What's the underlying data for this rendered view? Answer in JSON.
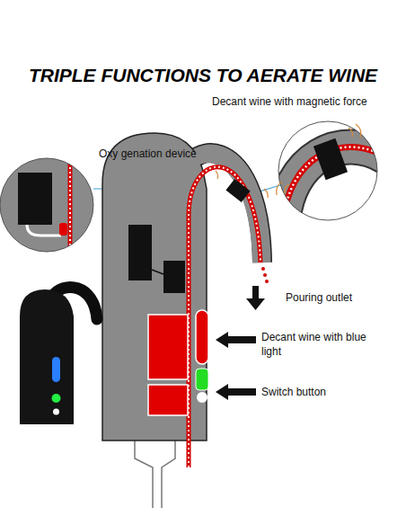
{
  "diagram": {
    "title": "TRIPLE FUNCTIONS TO AERATE WINE",
    "labels": [
      "Decant wine with magnetic force",
      "Oxy genation device",
      "Pouring outlet",
      "Decant wine with blue light",
      "Switch button"
    ]
  }
}
